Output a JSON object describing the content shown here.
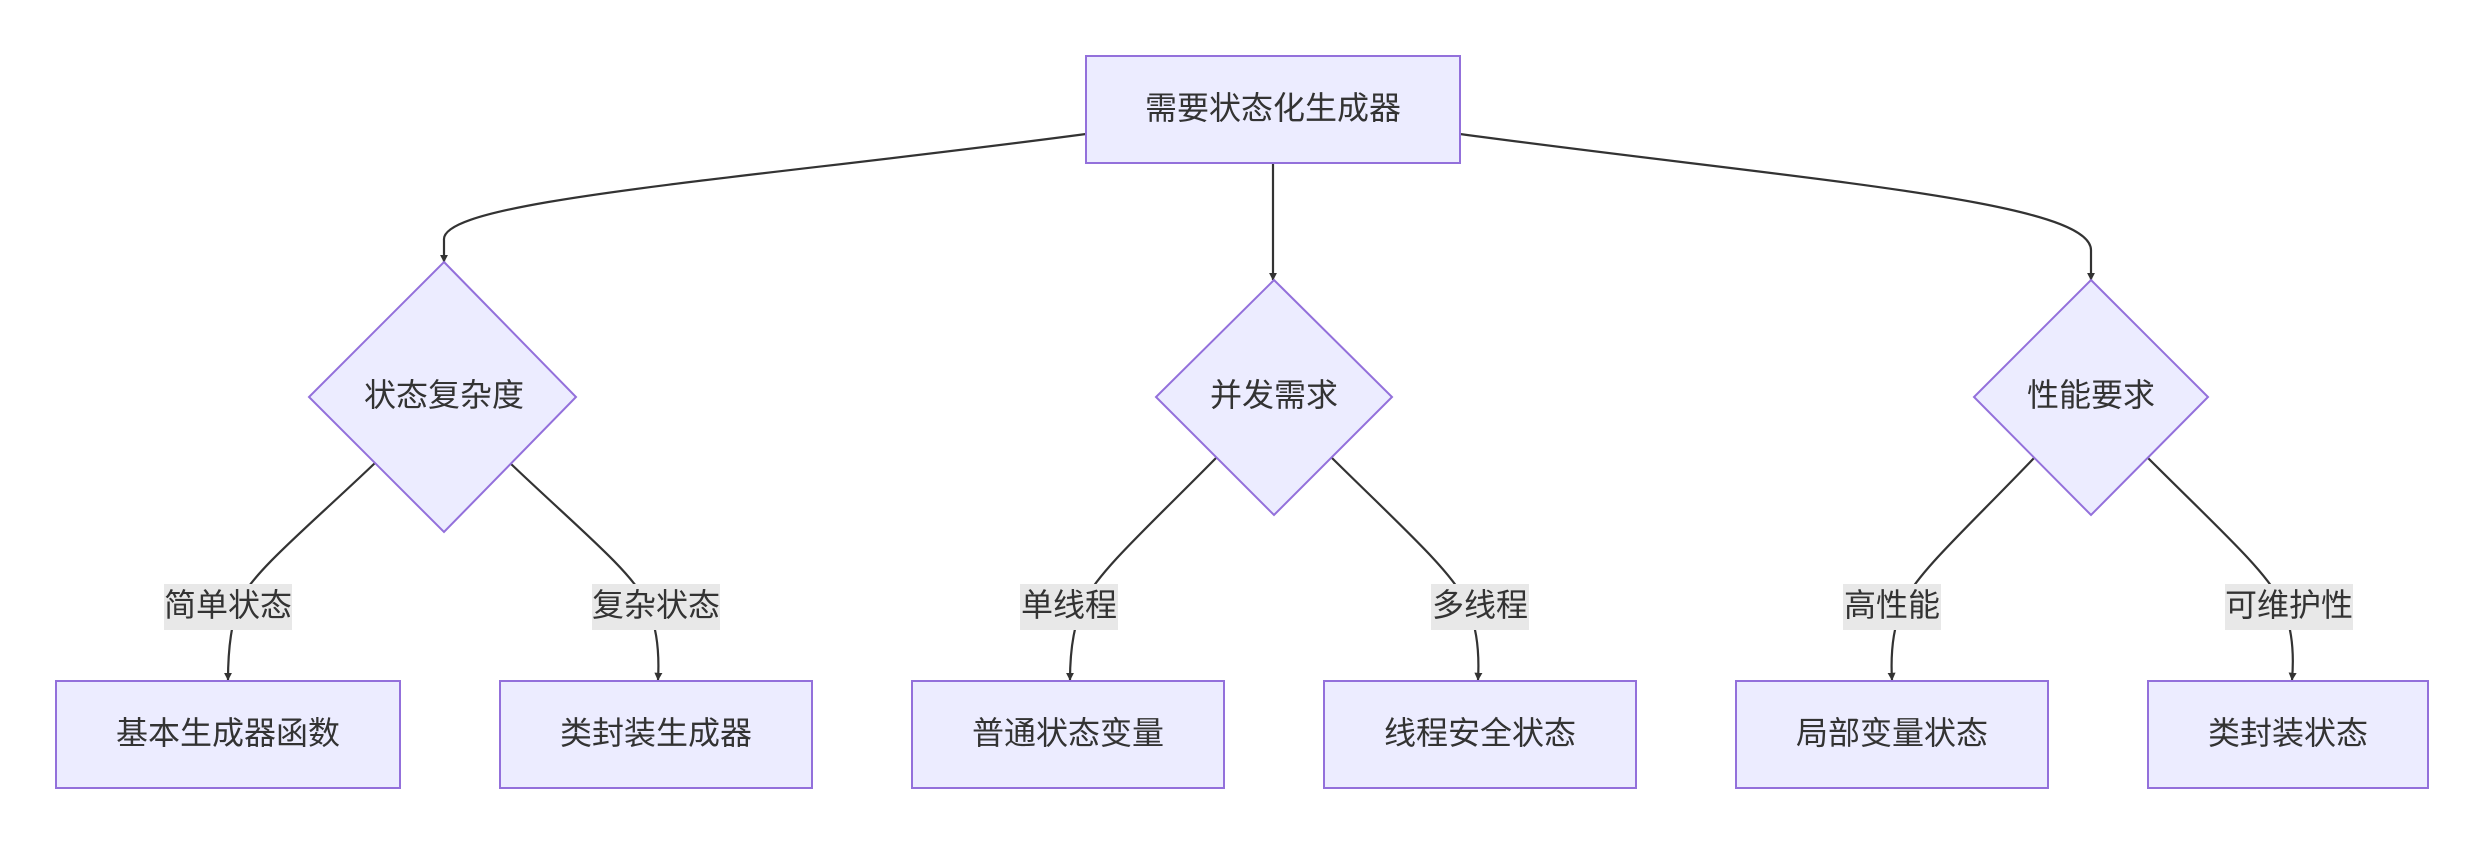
{
  "root": {
    "label": "需要状态化生成器"
  },
  "decisions": [
    {
      "label": "状态复杂度"
    },
    {
      "label": "并发需求"
    },
    {
      "label": "性能要求"
    }
  ],
  "edges": [
    {
      "label": "简单状态"
    },
    {
      "label": "复杂状态"
    },
    {
      "label": "单线程"
    },
    {
      "label": "多线程"
    },
    {
      "label": "高性能"
    },
    {
      "label": "可维护性"
    }
  ],
  "leaves": [
    {
      "label": "基本生成器函数"
    },
    {
      "label": "类封装生成器"
    },
    {
      "label": "普通状态变量"
    },
    {
      "label": "线程安全状态"
    },
    {
      "label": "局部变量状态"
    },
    {
      "label": "类封装状态"
    }
  ],
  "colors": {
    "node_fill": "#ececff",
    "node_stroke": "#9370db",
    "edge": "#333333",
    "edge_label_bg": "#e8e8e8",
    "text": "#333333"
  }
}
